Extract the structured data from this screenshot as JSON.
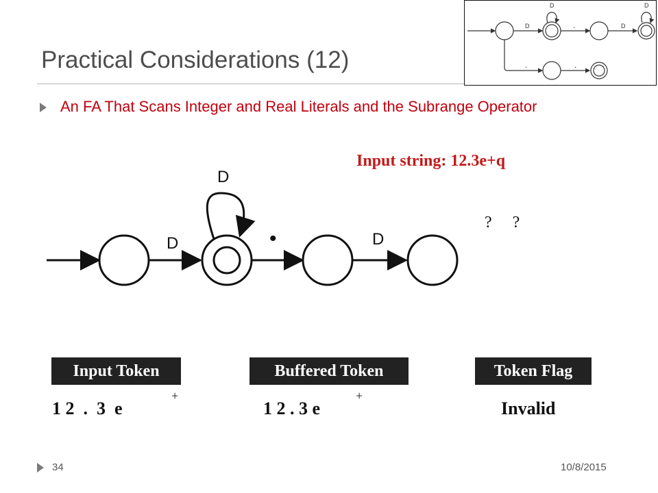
{
  "slide": {
    "title": "Practical Considerations (12)",
    "bullet": "An FA That Scans Integer and Real Literals and the Subrange Operator",
    "input_string": "Input string: 12.3e+q",
    "question_marks": "?     ?",
    "page_number": "34",
    "date": "10/8/2015"
  },
  "diagram": {
    "self_loop_label": "D",
    "edge_start_label": "D",
    "dot_label": "•",
    "edge_fraction_label": "D"
  },
  "thumbnail": {
    "labels": [
      "D",
      "D",
      "D",
      "D",
      ".",
      ".",
      "."
    ]
  },
  "tokens": {
    "input_label": "Input Token",
    "buffered_label": "Buffered Token",
    "flag_label": "Token Flag",
    "input_sequence": "1 2  .  3  e",
    "input_plus": "+",
    "buffered_sequence": "1 2 . 3 e",
    "buffered_plus": "+",
    "flag_value": "Invalid"
  },
  "colors": {
    "title": "#4d4d4d",
    "bullet_text": "#c0000e",
    "input_string": "#c21a1a",
    "label_box_bg": "#222222"
  }
}
